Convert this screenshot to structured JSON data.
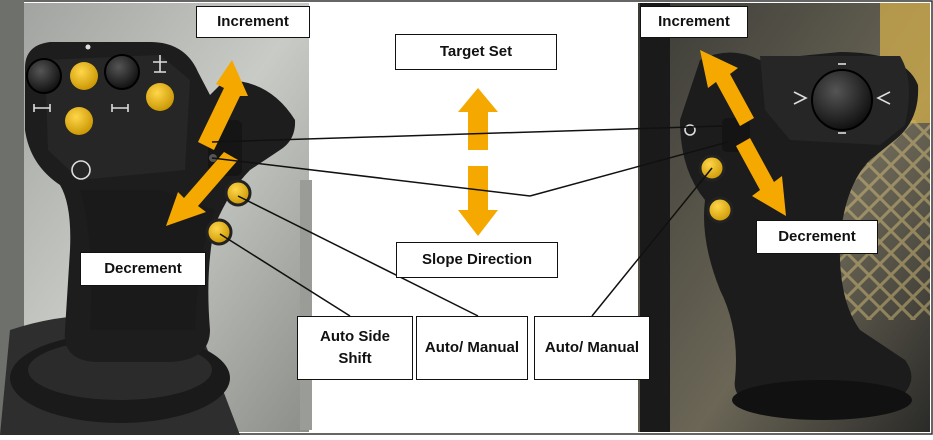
{
  "labels": {
    "increment_left": "Increment",
    "increment_right": "Increment",
    "target_set": "Target Set",
    "slope_direction": "Slope Direction",
    "decrement_left": "Decrement",
    "decrement_right": "Decrement",
    "auto_side_shift": "Auto Side Shift",
    "auto_manual_left": "Auto/ Manual",
    "auto_manual_right": "Auto/ Manual"
  },
  "colors": {
    "arrow": "#F5A800",
    "button": "#E9B400",
    "joystick": "#1E1E1E",
    "background_left": "#BFC2BF",
    "background_right": "#2A2A2A",
    "center_panel": "#FFFFFF"
  },
  "icons": [
    "left-joystick",
    "right-joystick",
    "increment-arrow",
    "decrement-arrow",
    "target-set-arrow",
    "slope-direction-arrow"
  ]
}
